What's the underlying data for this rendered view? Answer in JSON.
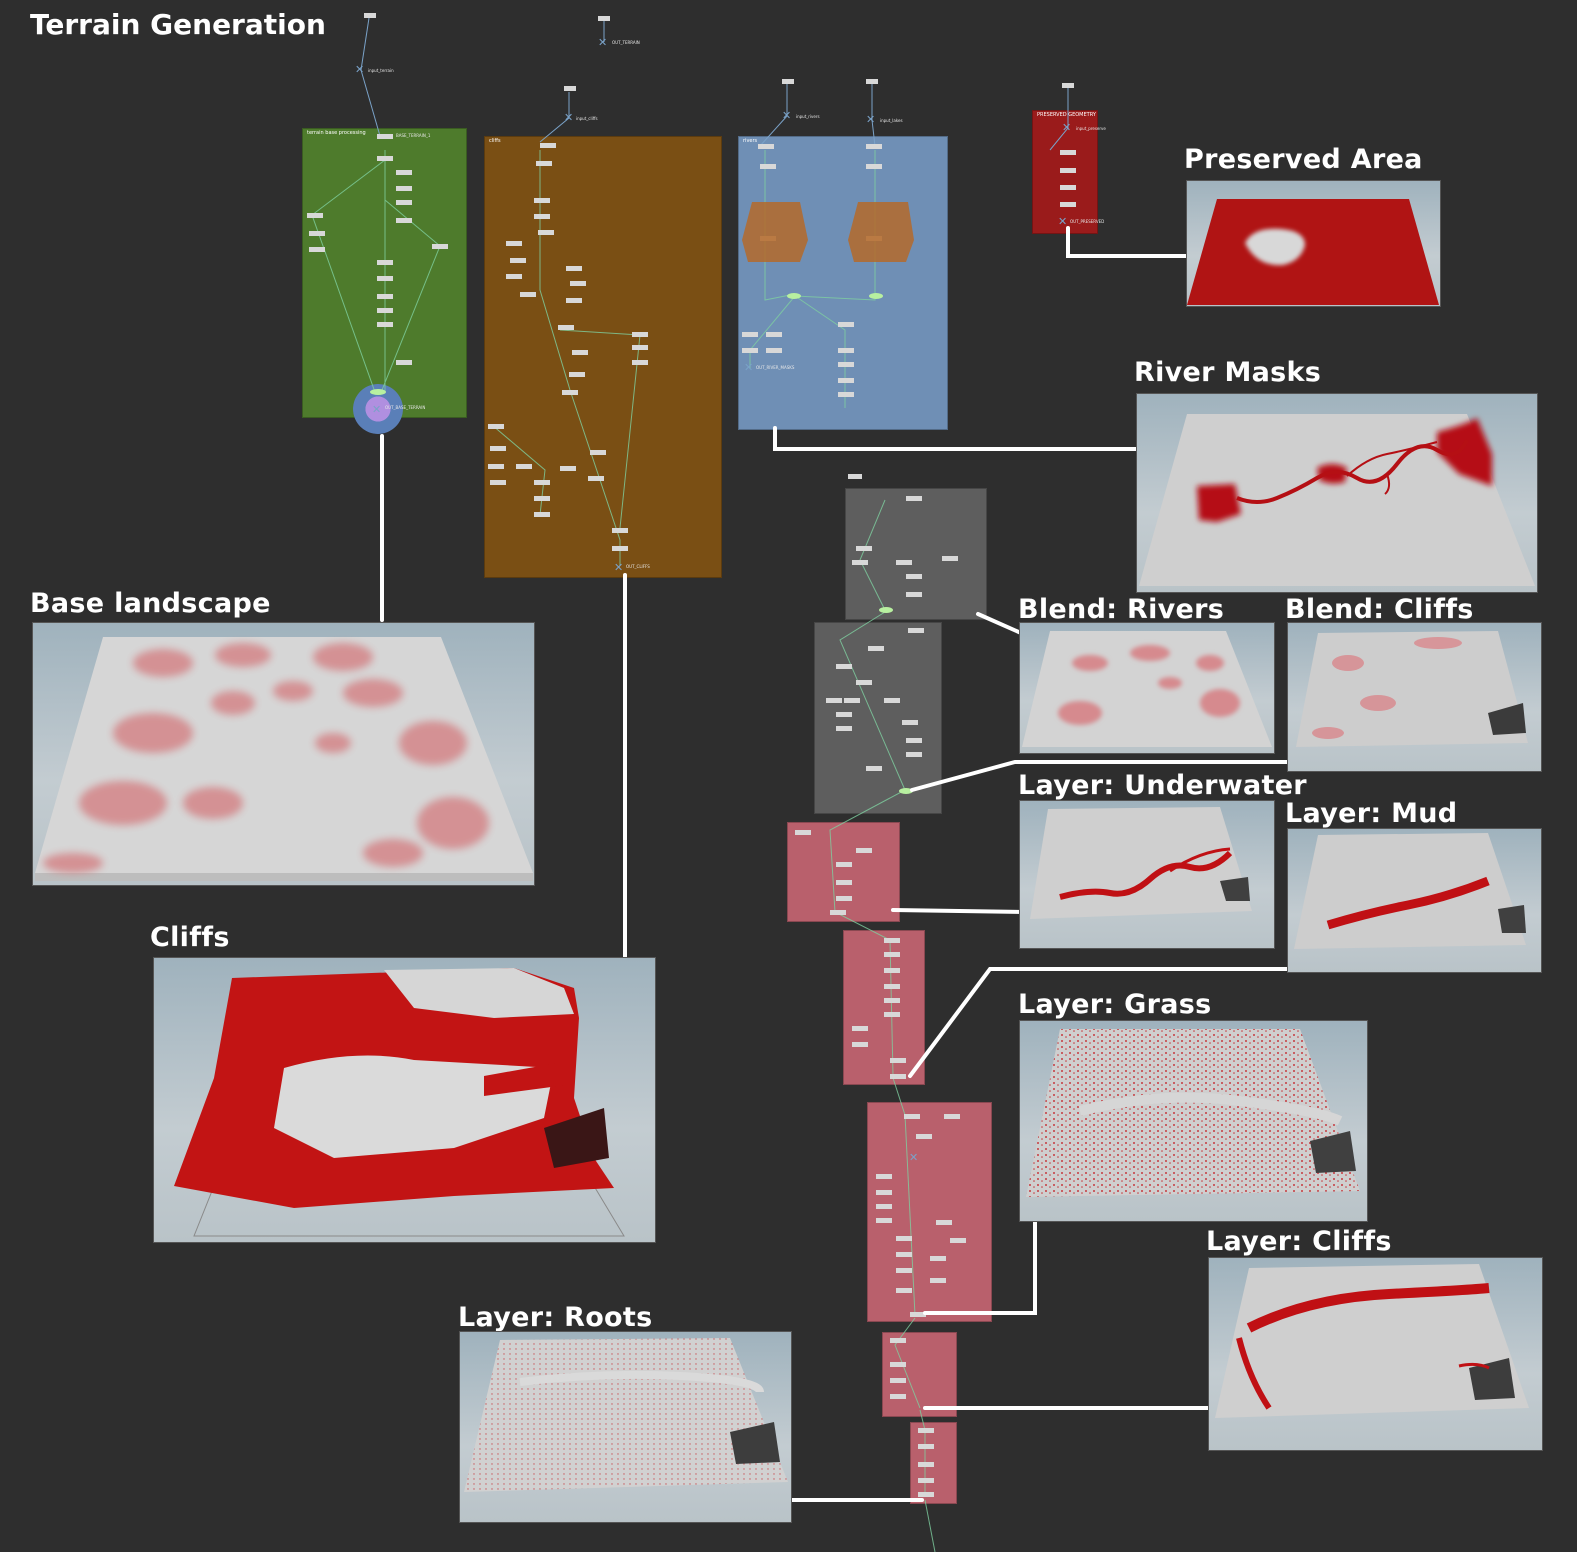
{
  "title": "Terrain Generation",
  "captions": {
    "preserved_area": "Preserved Area",
    "river_masks": "River Masks",
    "base_landscape": "Base landscape",
    "cliffs": "Cliffs",
    "blend_rivers": "Blend: Rivers",
    "blend_cliffs": "Blend: Cliffs",
    "layer_underwater": "Layer: Underwater",
    "layer_mud": "Layer: Mud",
    "layer_grass": "Layer: Grass",
    "layer_cliffs": "Layer: Cliffs",
    "layer_roots": "Layer: Roots"
  },
  "network_boxes": {
    "base": "terrain base processing",
    "cliffs": "cliffs",
    "rivers": "rivers",
    "preserved": "PRESERVED GEOMETRY"
  },
  "nodes": {
    "base_terrain": "BASE_TERRAIN_1",
    "out_base": "OUT_BASE_TERRAIN",
    "out_cliffs": "OUT_CLIFFS",
    "out_preserved": "OUT_PRESERVED",
    "out_river_masks": "OUT_RIVER_MASKS",
    "out_terrain": "OUT_TERRAIN",
    "input_terrain": "input_terrain",
    "input_cliffs": "input_cliffs",
    "input_rivers": "input_rivers",
    "input_lakes": "input_lakes",
    "input_preserve": "input_preserve"
  },
  "colors": {
    "background": "#2e2e2e",
    "base_box": "#4e7b2c",
    "cliffs_box": "#7a4f14",
    "rivers_box": "#6f8fb5",
    "preserved_box": "#9a1b1b",
    "blend_box": "#5e5e5e",
    "layer_box": "#b9606c",
    "mask_red": "#c01818",
    "connector": "#ffffff"
  }
}
